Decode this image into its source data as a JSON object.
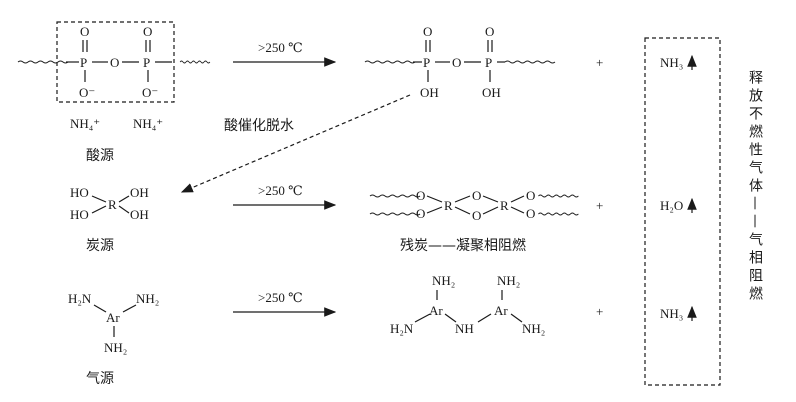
{
  "condition": ">250 ℃",
  "plus": "+",
  "acid_source": {
    "label": "酸源",
    "atoms": {
      "O": "O",
      "P": "P",
      "O_minus": "O⁻",
      "NH4_plus": "NH₄⁺"
    },
    "product_OH": "OH"
  },
  "dehydration_label": "酸催化脱水",
  "carbon_source": {
    "label": "炭源",
    "HO": "HO",
    "OH": "OH",
    "R": "R",
    "O": "O",
    "product_label": "残炭——凝聚相阻燃"
  },
  "gas_source": {
    "label": "气源",
    "H2N": "H₂N",
    "NH2": "NH₂",
    "Ar": "Ar",
    "NH": "NH"
  },
  "gases": [
    "NH₃",
    "H₂O",
    "NH₃"
  ],
  "gas_phase_label": "释放不燃性气体——气相阻燃"
}
